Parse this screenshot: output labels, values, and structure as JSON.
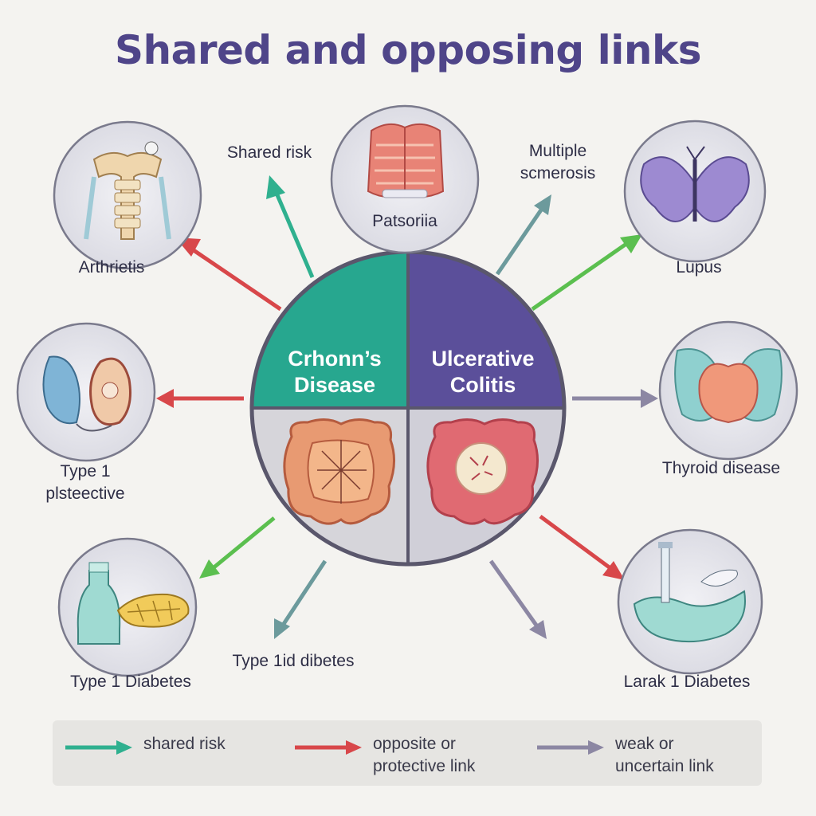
{
  "title": "Shared and opposing links",
  "center": {
    "left_label": [
      "Crhonn’s",
      "Disease"
    ],
    "right_label": [
      "Ulcerative",
      "Colitis"
    ],
    "left_color": "#27a78f",
    "right_color": "#5b4f9a"
  },
  "colors": {
    "shared_risk": "#2fb08f",
    "opposite_link": "#d8474a",
    "weak_link": "#8c87a3",
    "positive_link": "#5bbf4f",
    "slate_link": "#6c9a9c",
    "title": "#4f4589"
  },
  "nodes": {
    "arthritis": {
      "label": "Arthrietis",
      "icon": "spine-icon"
    },
    "psoriasis": {
      "label": "Patsoriia",
      "icon": "skin-layers-icon"
    },
    "lupus": {
      "label": "Lupus",
      "icon": "butterfly-icon"
    },
    "type1_left": {
      "label": [
        "Type  1",
        "plsteective"
      ],
      "icon": "kidneys-icon"
    },
    "thyroid": {
      "label": "Thyroid disease",
      "icon": "thyroid-icon"
    },
    "type1_diabetes": {
      "label": "Type 1 Diabetes",
      "icon": "insulin-pancreas-icon"
    },
    "larak": {
      "label": "Larak 1 Diabetes",
      "icon": "pancreas-syringe-icon"
    }
  },
  "arrow_labels": {
    "shared_risk": "Shared risk",
    "multiple_sclerosis": [
      "Multiple",
      "scmerosis"
    ],
    "type1d_dibetes": "Type 1id dibetes"
  },
  "legend": [
    {
      "label": [
        "shared risk"
      ],
      "color": "#2fb08f"
    },
    {
      "label": [
        "opposite or",
        "protective link"
      ],
      "color": "#d8474a"
    },
    {
      "label": [
        "weak or",
        "uncertain link"
      ],
      "color": "#8c87a3"
    }
  ]
}
